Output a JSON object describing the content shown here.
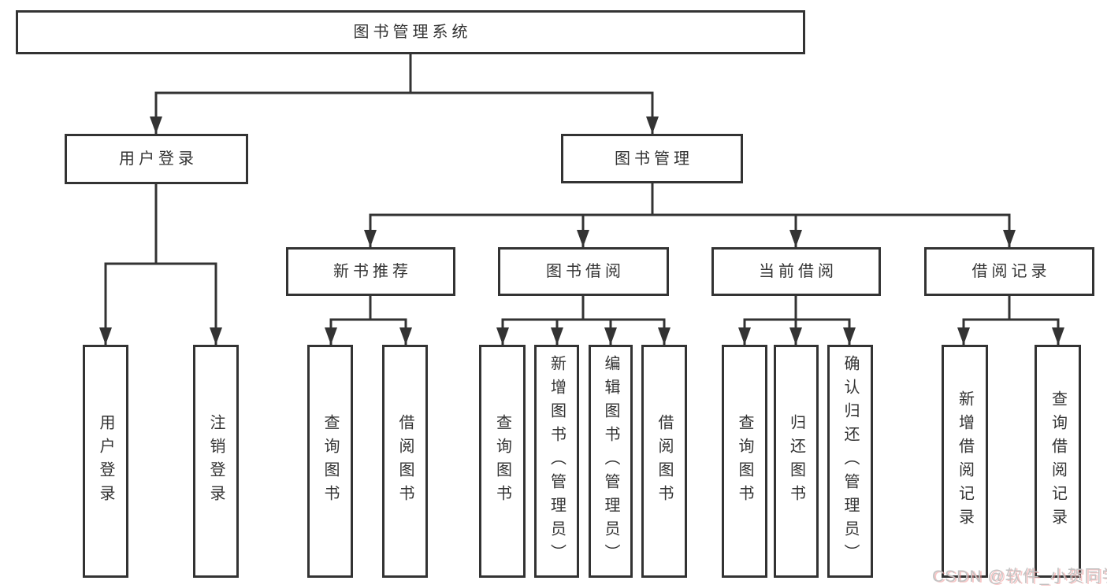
{
  "tree": {
    "label": "图书管理系统",
    "children": [
      {
        "label": "用户登录",
        "children": [
          {
            "label": "用户登录"
          },
          {
            "label": "注销登录"
          }
        ]
      },
      {
        "label": "图书管理",
        "children": [
          {
            "label": "新书推荐",
            "children": [
              {
                "label": "查询图书"
              },
              {
                "label": "借阅图书"
              }
            ]
          },
          {
            "label": "图书借阅",
            "children": [
              {
                "label": "查询图书"
              },
              {
                "label": "新增图书（管理员）"
              },
              {
                "label": "编辑图书（管理员）"
              },
              {
                "label": "借阅图书"
              }
            ]
          },
          {
            "label": "当前借阅",
            "children": [
              {
                "label": "查询图书"
              },
              {
                "label": "归还图书"
              },
              {
                "label": "确认归还（管理员）"
              }
            ]
          },
          {
            "label": "借阅记录",
            "children": [
              {
                "label": "新增借阅记录"
              },
              {
                "label": "查询借阅记录"
              }
            ]
          }
        ]
      }
    ]
  },
  "watermark": {
    "text": "CSDN @软件_小贺同学"
  },
  "colors": {
    "line": "#333333",
    "box_border": "#333333",
    "text": "#333333",
    "background": "#ffffff",
    "watermark_gray": "#c3c3c3",
    "watermark_red": "#f29696"
  }
}
